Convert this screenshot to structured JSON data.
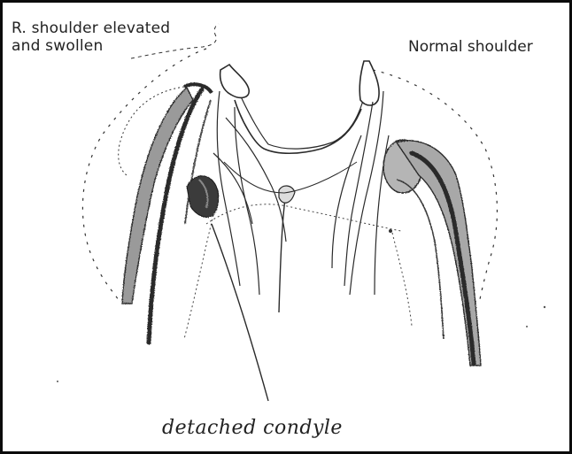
{
  "labels": {
    "r_shoulder_line1": "R. shoulder elevated",
    "r_shoulder_line2": "and swollen",
    "normal_shoulder": "Normal shoulder",
    "detached_condyle": "detached condyle"
  },
  "colors": {
    "ink": "#2a2a2a",
    "shade": "#555555",
    "frame": "#0b0b0b",
    "paper": "#ffffff"
  }
}
